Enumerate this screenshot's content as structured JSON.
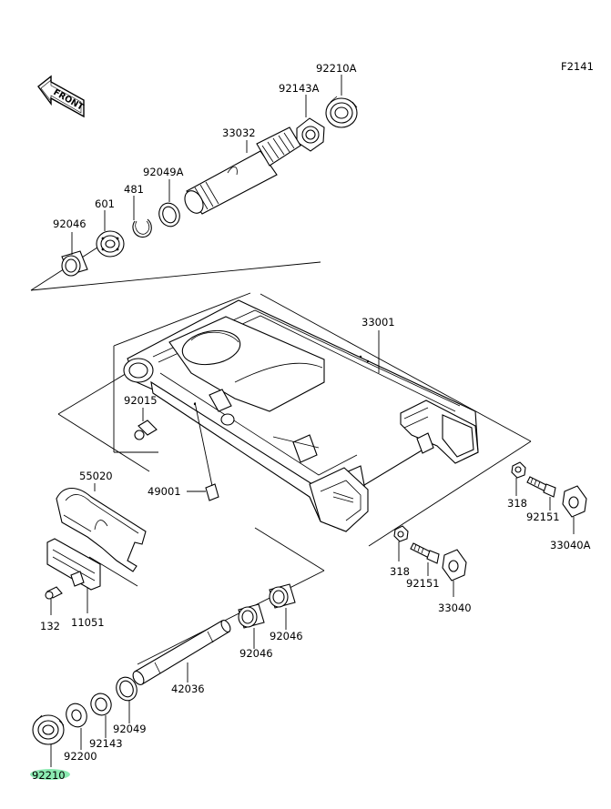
{
  "figure_id": "F2141",
  "front_label": "FRONT",
  "highlight_color": "#7ee8a8",
  "labels": {
    "p92210A": "92210A",
    "p92143A": "92143A",
    "p33032": "33032",
    "p92049A": "92049A",
    "p481": "481",
    "p601": "601",
    "p92046_top": "92046",
    "p33001": "33001",
    "p92015": "92015",
    "p55020": "55020",
    "p49001": "49001",
    "p318_a": "318",
    "p92151_a": "92151",
    "p33040A": "33040A",
    "p318_b": "318",
    "p92151_b": "92151",
    "p33040": "33040",
    "p132": "132",
    "p11051": "11051",
    "p92046_c": "92046",
    "p92046_d": "92046",
    "p42036": "42036",
    "p92049": "92049",
    "p92143": "92143",
    "p92200": "92200",
    "p92210": "92210"
  }
}
